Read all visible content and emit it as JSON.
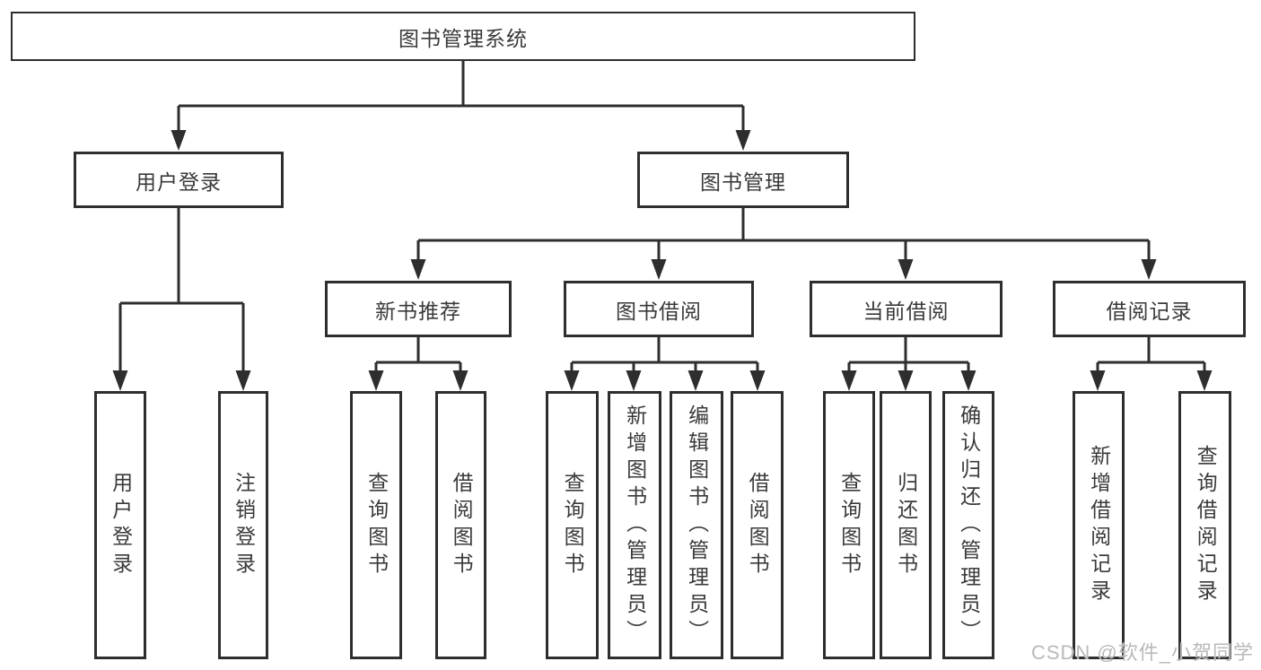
{
  "colors": {
    "background": "#ffffff",
    "line": "#2e2e2e",
    "box_border": "#2e2e2e",
    "text": "#3a3a3a",
    "watermark": "#b9b9b9"
  },
  "tree": {
    "root": {
      "label": "图书管理系统"
    },
    "branches": [
      {
        "label": "用户登录",
        "children": [
          {
            "label": "用户登录"
          },
          {
            "label": "注销登录"
          }
        ]
      },
      {
        "label": "图书管理",
        "children": [
          {
            "label": "新书推荐",
            "children": [
              {
                "label": "查询图书"
              },
              {
                "label": "借阅图书"
              }
            ]
          },
          {
            "label": "图书借阅",
            "children": [
              {
                "label": "查询图书"
              },
              {
                "label": "新增图书（管理员）"
              },
              {
                "label": "编辑图书（管理员）"
              },
              {
                "label": "借阅图书"
              }
            ]
          },
          {
            "label": "当前借阅",
            "children": [
              {
                "label": "查询图书"
              },
              {
                "label": "归还图书"
              },
              {
                "label": "确认归还（管理员）"
              }
            ]
          },
          {
            "label": "借阅记录",
            "children": [
              {
                "label": "新增借阅记录"
              },
              {
                "label": "查询借阅记录"
              }
            ]
          }
        ]
      }
    ]
  },
  "watermark": {
    "text": "CSDN @软件_小贺同学"
  }
}
